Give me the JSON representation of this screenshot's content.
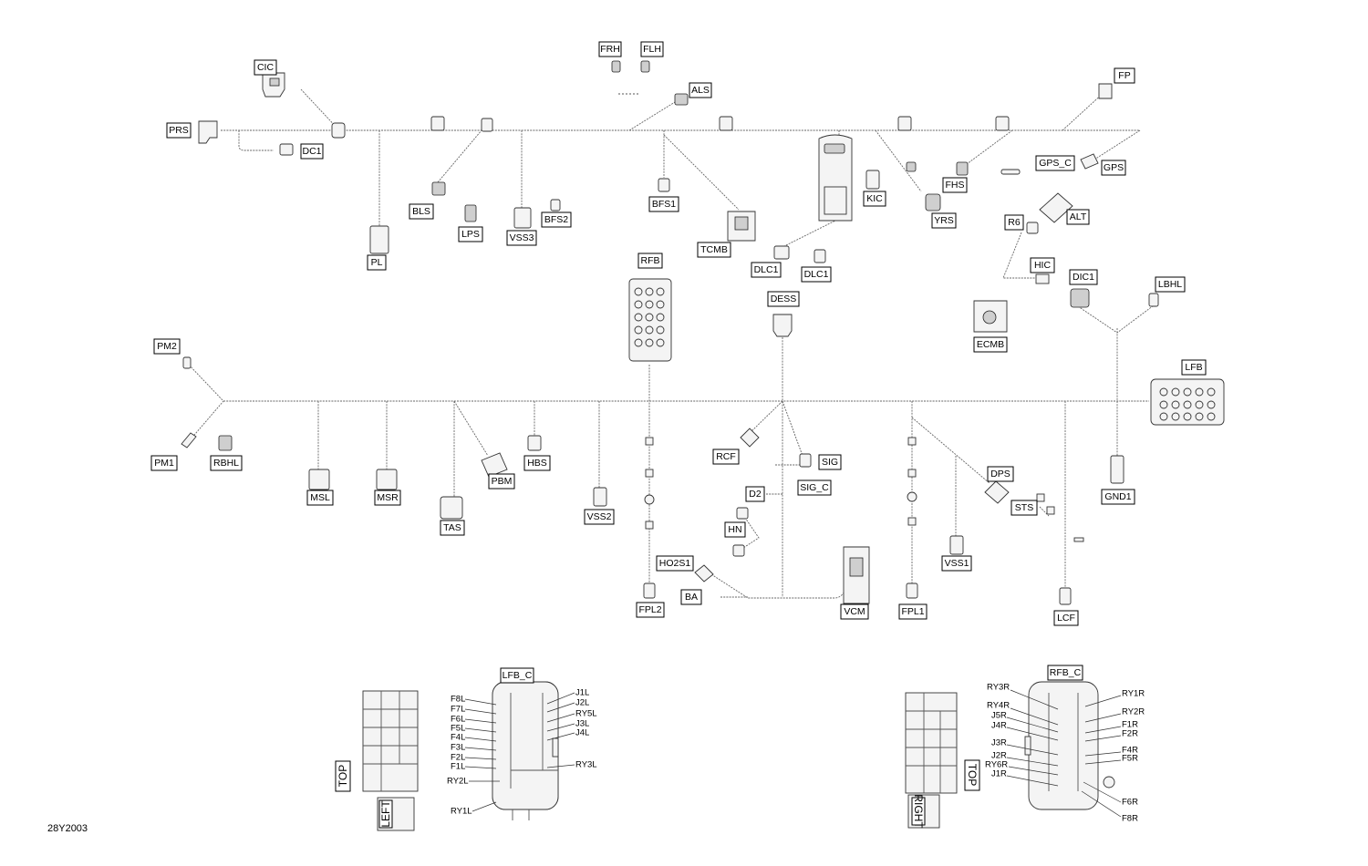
{
  "labels": {
    "frh": "FRH",
    "flh": "FLH",
    "cic": "CIC",
    "als": "ALS",
    "fp": "FP",
    "prs": "PRS",
    "dc1": "DC1",
    "gps_c": "GPS_C",
    "gps": "GPS",
    "fhs": "FHS",
    "bfs1": "BFS1",
    "kic": "KIC",
    "yrs": "YRS",
    "bls": "BLS",
    "lps": "LPS",
    "vss3": "VSS3",
    "bfs2": "BFS2",
    "r6": "R6",
    "alt": "ALT",
    "tcmb": "TCMB",
    "dlc1_a": "DLC1",
    "dlc1_b": "DLC1",
    "pl": "PL",
    "rfb": "RFB",
    "hic": "HIC",
    "dess": "DESS",
    "dic1": "DIC1",
    "lbhl": "LBHL",
    "ecmb": "ECMB",
    "pm2": "PM2",
    "lfb": "LFB",
    "pm1": "PM1",
    "rbhl": "RBHL",
    "hbs": "HBS",
    "rcf": "RCF",
    "sig": "SIG",
    "pbm": "PBM",
    "sig_c": "SIG_C",
    "dps": "DPS",
    "msl": "MSL",
    "msr": "MSR",
    "d2": "D2",
    "gnd1": "GND1",
    "sts": "STS",
    "tas": "TAS",
    "vss2": "VSS2",
    "hn": "HN",
    "vss1": "VSS1",
    "ho2s1": "HO2S1",
    "ba": "BA",
    "fpl2": "FPL2",
    "vcm": "VCM",
    "fpl1": "FPL1",
    "lcf": "LCF",
    "lfb_c": "LFB_C",
    "rfb_c": "RFB_C"
  },
  "lfb_pins_left": [
    "F8L",
    "F7L",
    "F6L",
    "F5L",
    "F4L",
    "F3L",
    "F2L",
    "F1L",
    "RY2L",
    "RY1L"
  ],
  "lfb_pins_right": [
    "J1L",
    "J2L",
    "RY5L",
    "J3L",
    "J4L",
    "RY3L"
  ],
  "rfb_pins_left": [
    "RY3R",
    "RY4R",
    "J5R",
    "J4R",
    "J3R",
    "J2R",
    "RY6R",
    "J1R"
  ],
  "rfb_pins_right": [
    "RY1R",
    "RY2R",
    "F1R",
    "F2R",
    "F4R",
    "F5R",
    "F6R",
    "F8R"
  ],
  "orientation": {
    "top_left": "TOP",
    "left": "LEFT",
    "top_right": "TOP",
    "right": "RIGHT"
  },
  "figure_code": "28Y2003"
}
